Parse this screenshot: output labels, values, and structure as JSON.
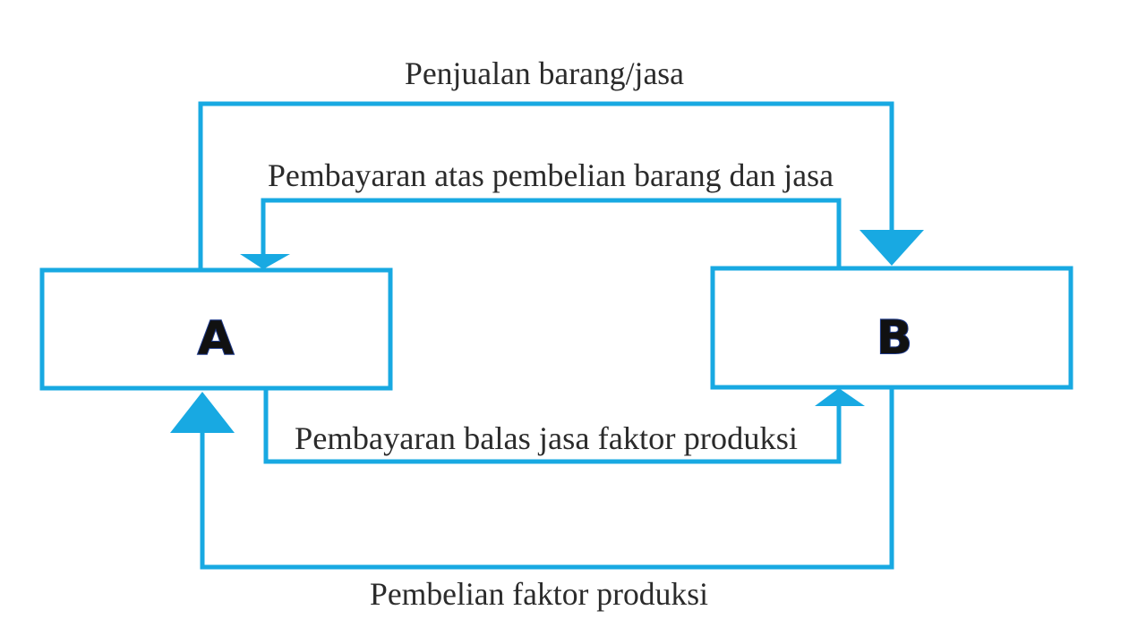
{
  "diagram": {
    "nodes": {
      "a": {
        "label": "A"
      },
      "b": {
        "label": "B"
      }
    },
    "flows": {
      "sales": {
        "label": "Penjualan barang/jasa",
        "from": "A",
        "to": "B"
      },
      "purchase_payment": {
        "label": "Pembayaran atas pembelian barang dan jasa",
        "from": "B",
        "to": "A"
      },
      "factor_payment": {
        "label": "Pembayaran balas jasa  faktor produksi",
        "from": "A",
        "to": "B"
      },
      "factor_purchase": {
        "label": "Pembelian faktor produksi",
        "from": "B",
        "to": "A"
      }
    }
  },
  "colors": {
    "line": "#18a9e2",
    "box_border": "#18a9e2",
    "text": "#2b2b2b",
    "box_text": "#111111"
  }
}
